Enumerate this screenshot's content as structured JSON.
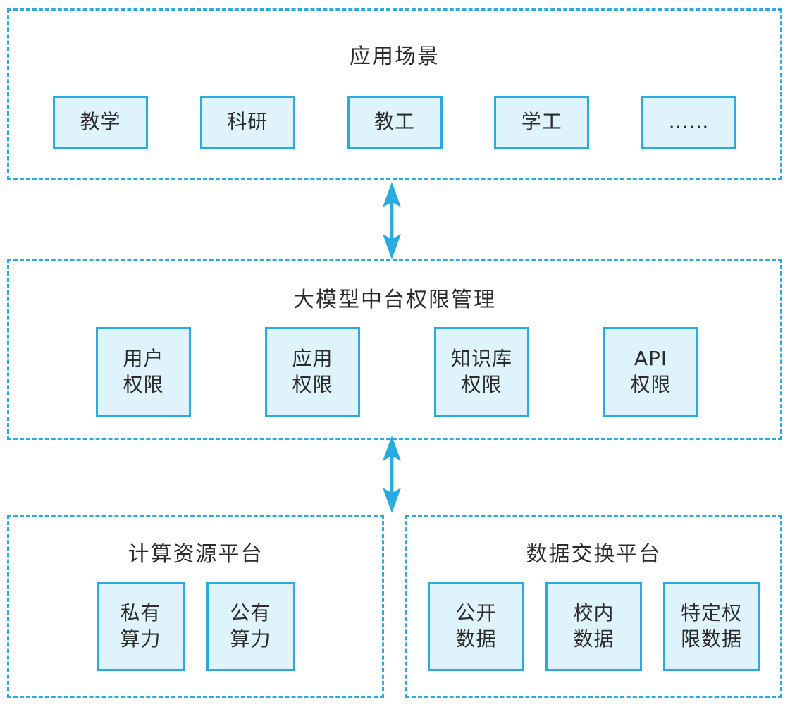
{
  "diagram": {
    "accent_color": "#29abe2",
    "box_fill_color": "#dff3fc",
    "text_color": "#2b2b2b",
    "sections": {
      "scenarios": {
        "title": "应用场景",
        "items": [
          "教学",
          "科研",
          "教工",
          "学工",
          "……"
        ]
      },
      "permissions": {
        "title": "大模型中台权限管理",
        "items": [
          "用户\n权限",
          "应用\n权限",
          "知识库\n权限",
          "API\n权限"
        ]
      },
      "compute": {
        "title": "计算资源平台",
        "items": [
          "私有\n算力",
          "公有\n算力"
        ]
      },
      "data_exchange": {
        "title": "数据交换平台",
        "items": [
          "公开\n数据",
          "校内\n数据",
          "特定权\n限数据"
        ]
      }
    },
    "icons": {
      "arrow_top": "double-headed-vertical-arrow",
      "arrow_bottom": "double-headed-vertical-arrow"
    }
  }
}
